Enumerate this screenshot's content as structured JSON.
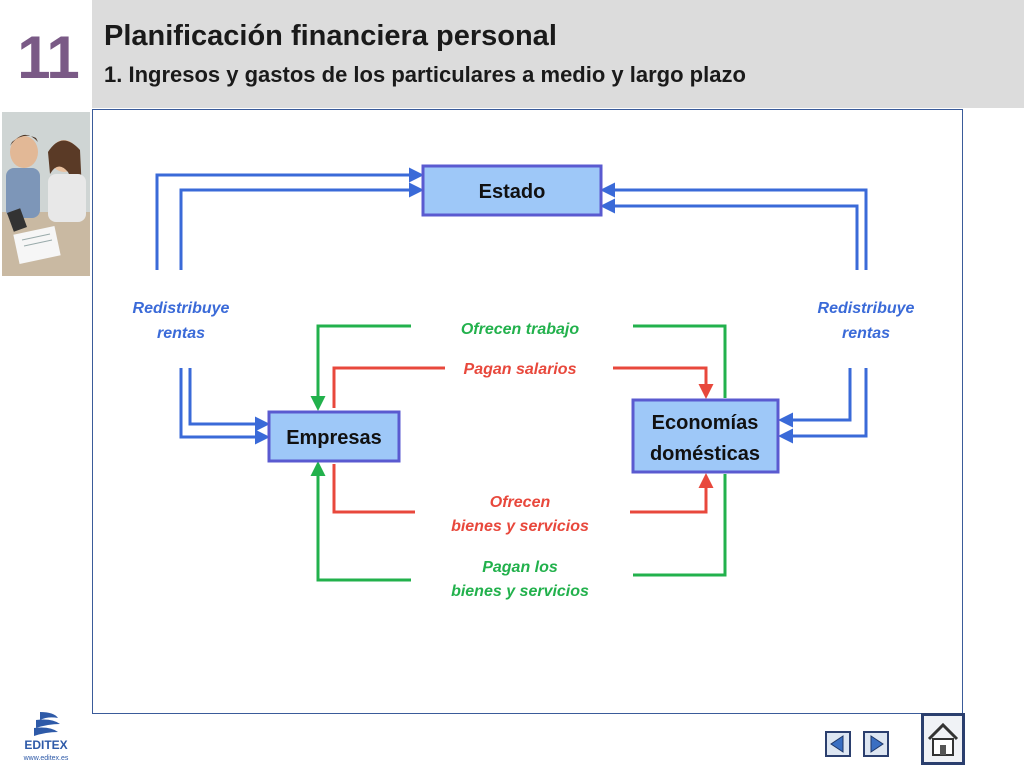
{
  "header": {
    "chapter_number": "11",
    "title": "Planificación financiera personal",
    "subtitle": "1. Ingresos y gastos de los particulares a medio y largo plazo"
  },
  "diagram": {
    "nodes": {
      "estado": "Estado",
      "empresas": "Empresas",
      "economias_line1": "Economías",
      "economias_line2": "domésticas"
    },
    "labels": {
      "redistribuye_left_1": "Redistribuye",
      "redistribuye_left_2": "rentas",
      "redistribuye_right_1": "Redistribuye",
      "redistribuye_right_2": "rentas",
      "ofrecen_trabajo": "Ofrecen trabajo",
      "pagan_salarios": "Pagan salarios",
      "ofrecen_bienes_1": "Ofrecen",
      "ofrecen_bienes_2": "bienes y servicios",
      "pagan_bienes_1": "Pagan los",
      "pagan_bienes_2": "bienes y servicios"
    },
    "colors": {
      "blue_flow": "#3a6ad8",
      "green_flow": "#22b14c",
      "red_flow": "#e8483c",
      "blue_label": "#3a6ad8",
      "green_label": "#22b14c",
      "red_label": "#e8483c",
      "node_fill": "#9ec8f8",
      "node_border": "#5a5ad0"
    }
  },
  "footer": {
    "logo_text": "EDITEX",
    "logo_url": "www.editex.es"
  },
  "icons": {
    "prev": "prev-arrow-icon",
    "next": "next-arrow-icon",
    "home": "home-icon"
  }
}
